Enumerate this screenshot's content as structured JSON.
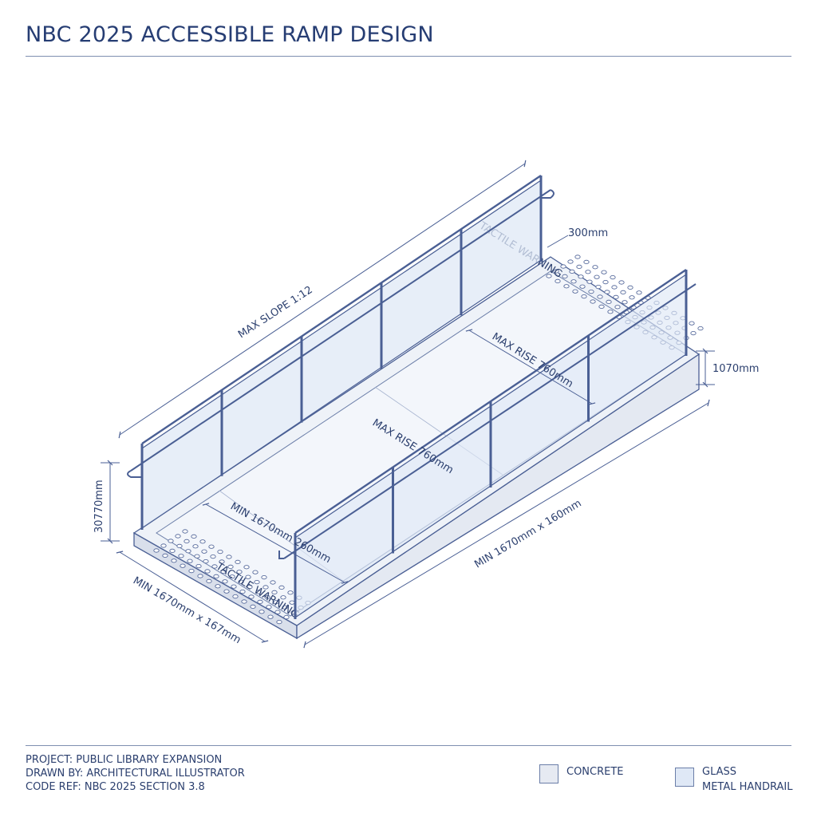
{
  "title": "NBC 2025 ACCESSIBLE RAMP DESIGN",
  "dimensions": {
    "handrail_extension": "300mm",
    "guard_height": "1070mm",
    "left_height": "30770mm",
    "max_slope": "MAX SLOPE 1:12",
    "max_rise_upper": "MAX RISE 760mm",
    "max_rise_center": "MAX RISE 760mm",
    "min_width_inner": "MIN 1670mm 260mm",
    "min_length_side": "MIN 1670mm x 160mm",
    "min_landing": "MIN 1670mm x 167mm"
  },
  "tactile_labels": {
    "top": "TACTILE WARNING",
    "bottom": "TACTILE WARNING"
  },
  "title_block": {
    "project": "PROJECT: PUBLIC LIBRARY EXPANSION",
    "drawn_by": "DRAWN BY: ARCHITECTURAL ILLUSTRATOR",
    "code_ref": "CODE REF: NBC 2025 SECTION 3.8"
  },
  "legend": {
    "concrete": "CONCRETE",
    "glass": "GLASS",
    "handrail": "METAL HANDRAIL"
  },
  "colors": {
    "line": "#4a5f94",
    "glass": "#dfe8f6",
    "concrete": "#e6eaf2",
    "ink": "#2b3f6e"
  }
}
